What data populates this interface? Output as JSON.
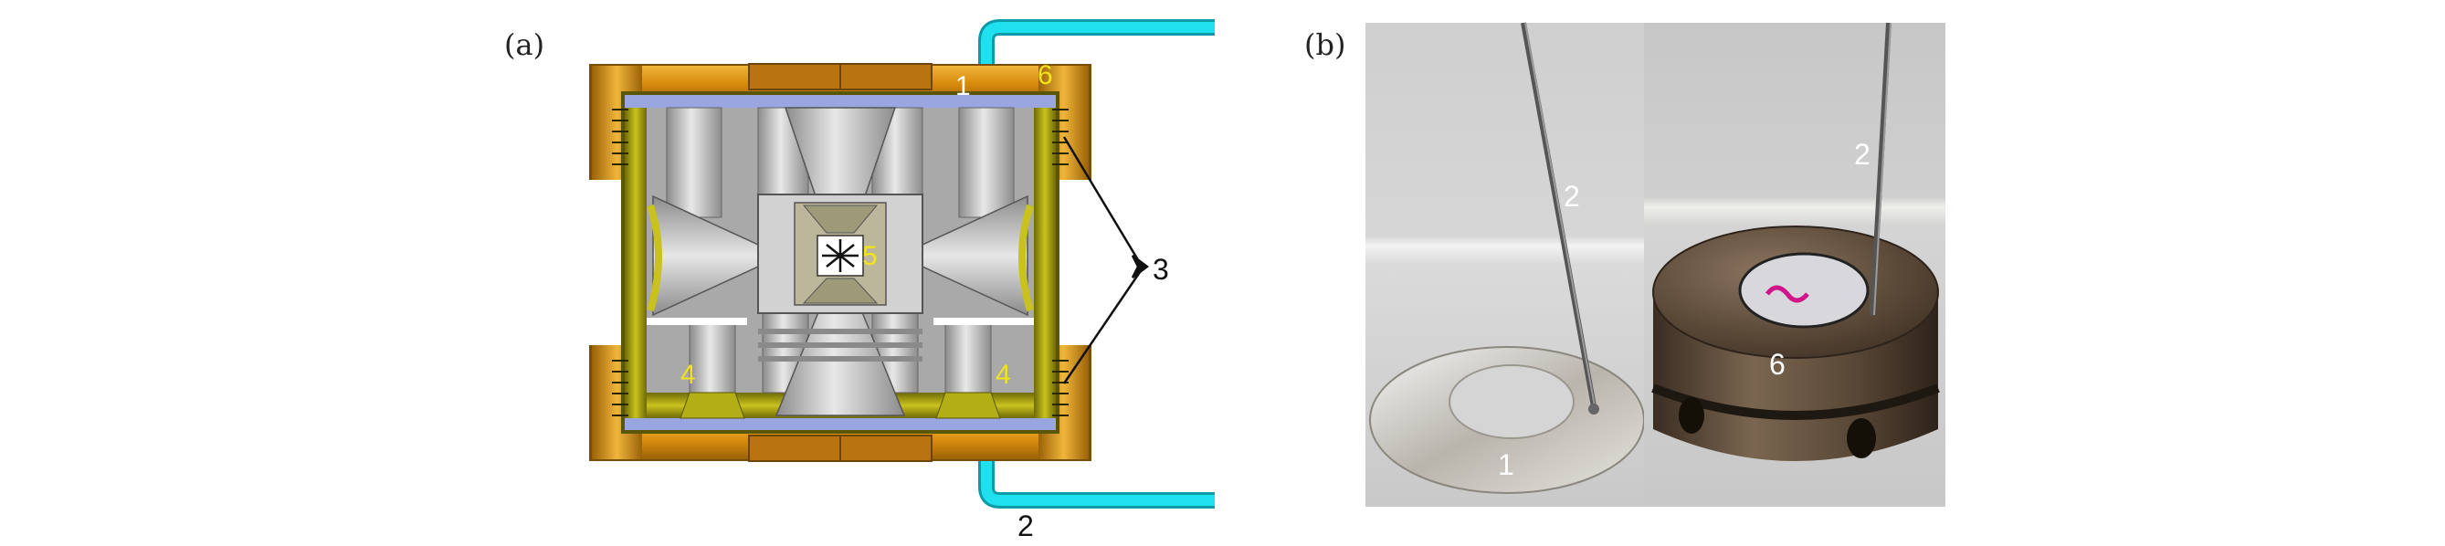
{
  "panel_a": {
    "label": "(a)",
    "callouts": {
      "c1": "1",
      "c2": "2",
      "c3": "3",
      "c4_left": "4",
      "c4_right": "4",
      "c5": "5",
      "c6": "6"
    }
  },
  "panel_b": {
    "label": "(b)",
    "callouts": {
      "left_2": "2",
      "left_1": "1",
      "right_2": "2",
      "right_6": "6"
    }
  },
  "colors": {
    "copper": "#e39a12",
    "copper_dark": "#8a5a08",
    "olive": "#b3ad16",
    "olive_dark": "#6f6a08",
    "steel": "#c6c6c6",
    "steel_dark": "#7a7a7a",
    "blue_band": "#9aa6e0",
    "pipe": "#19d6e6",
    "label_yellow": "#f2e31a",
    "photo_bg": "#cfcfcf"
  }
}
